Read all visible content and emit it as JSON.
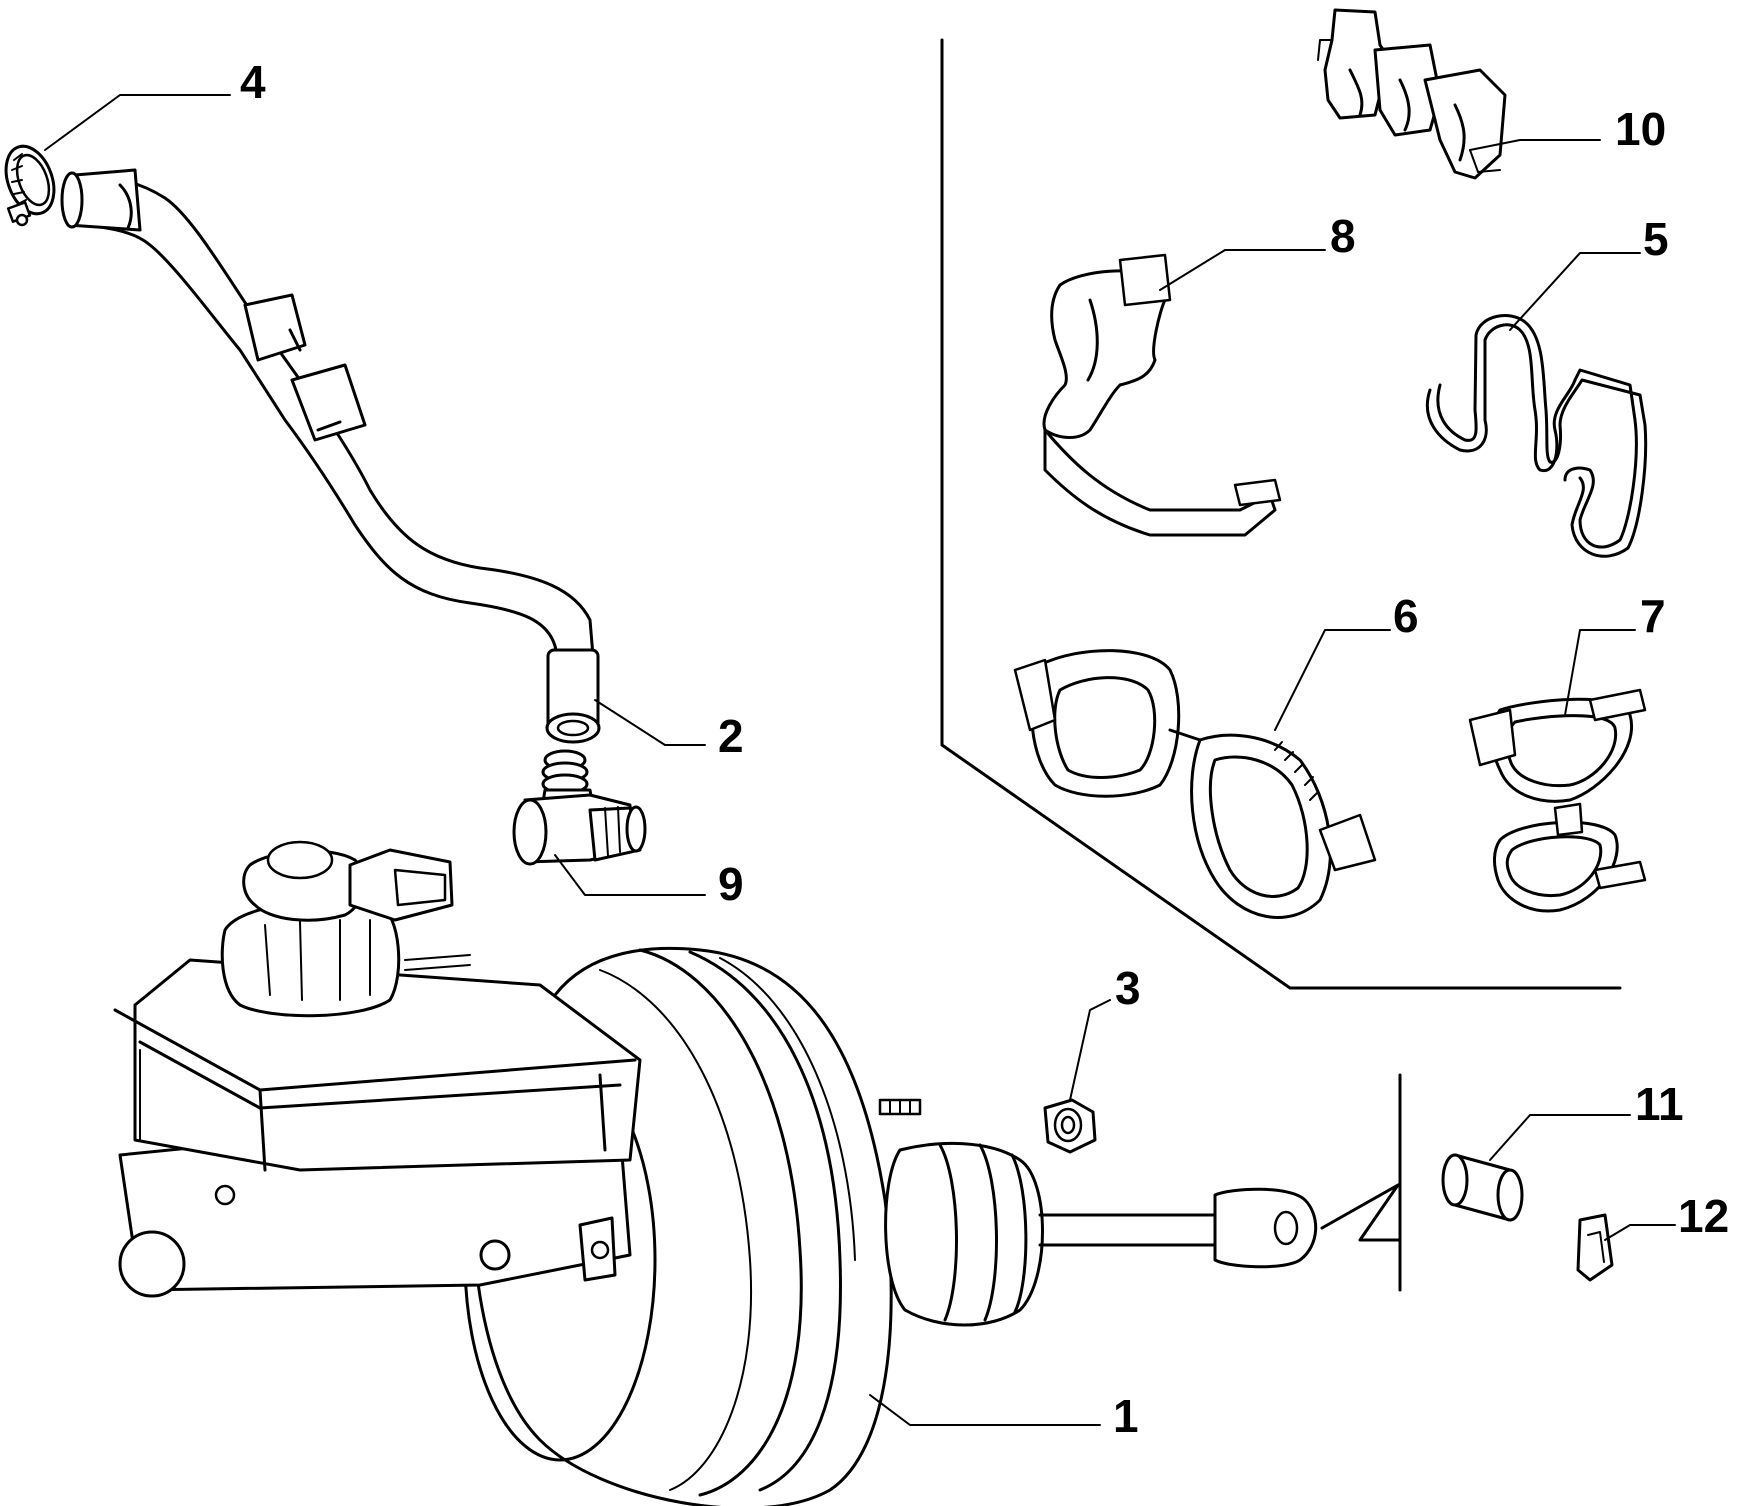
{
  "parts": {
    "p1": {
      "label": "1",
      "name": "brake-servo-booster"
    },
    "p2": {
      "label": "2",
      "name": "vacuum-hose"
    },
    "p3": {
      "label": "3",
      "name": "nut"
    },
    "p4": {
      "label": "4",
      "name": "hose-clamp"
    },
    "p5": {
      "label": "5",
      "name": "wire-clip"
    },
    "p6": {
      "label": "6",
      "name": "double-pipe-clip"
    },
    "p7": {
      "label": "7",
      "name": "double-pipe-clip-small"
    },
    "p8": {
      "label": "8",
      "name": "pipe-bracket-clip"
    },
    "p9": {
      "label": "9",
      "name": "check-valve-elbow"
    },
    "p10": {
      "label": "10",
      "name": "triple-pipe-clip"
    },
    "p11": {
      "label": "11",
      "name": "clevis-pin"
    },
    "p12": {
      "label": "12",
      "name": "retaining-clip"
    }
  },
  "colors": {
    "line": "#000000",
    "background": "#ffffff"
  }
}
